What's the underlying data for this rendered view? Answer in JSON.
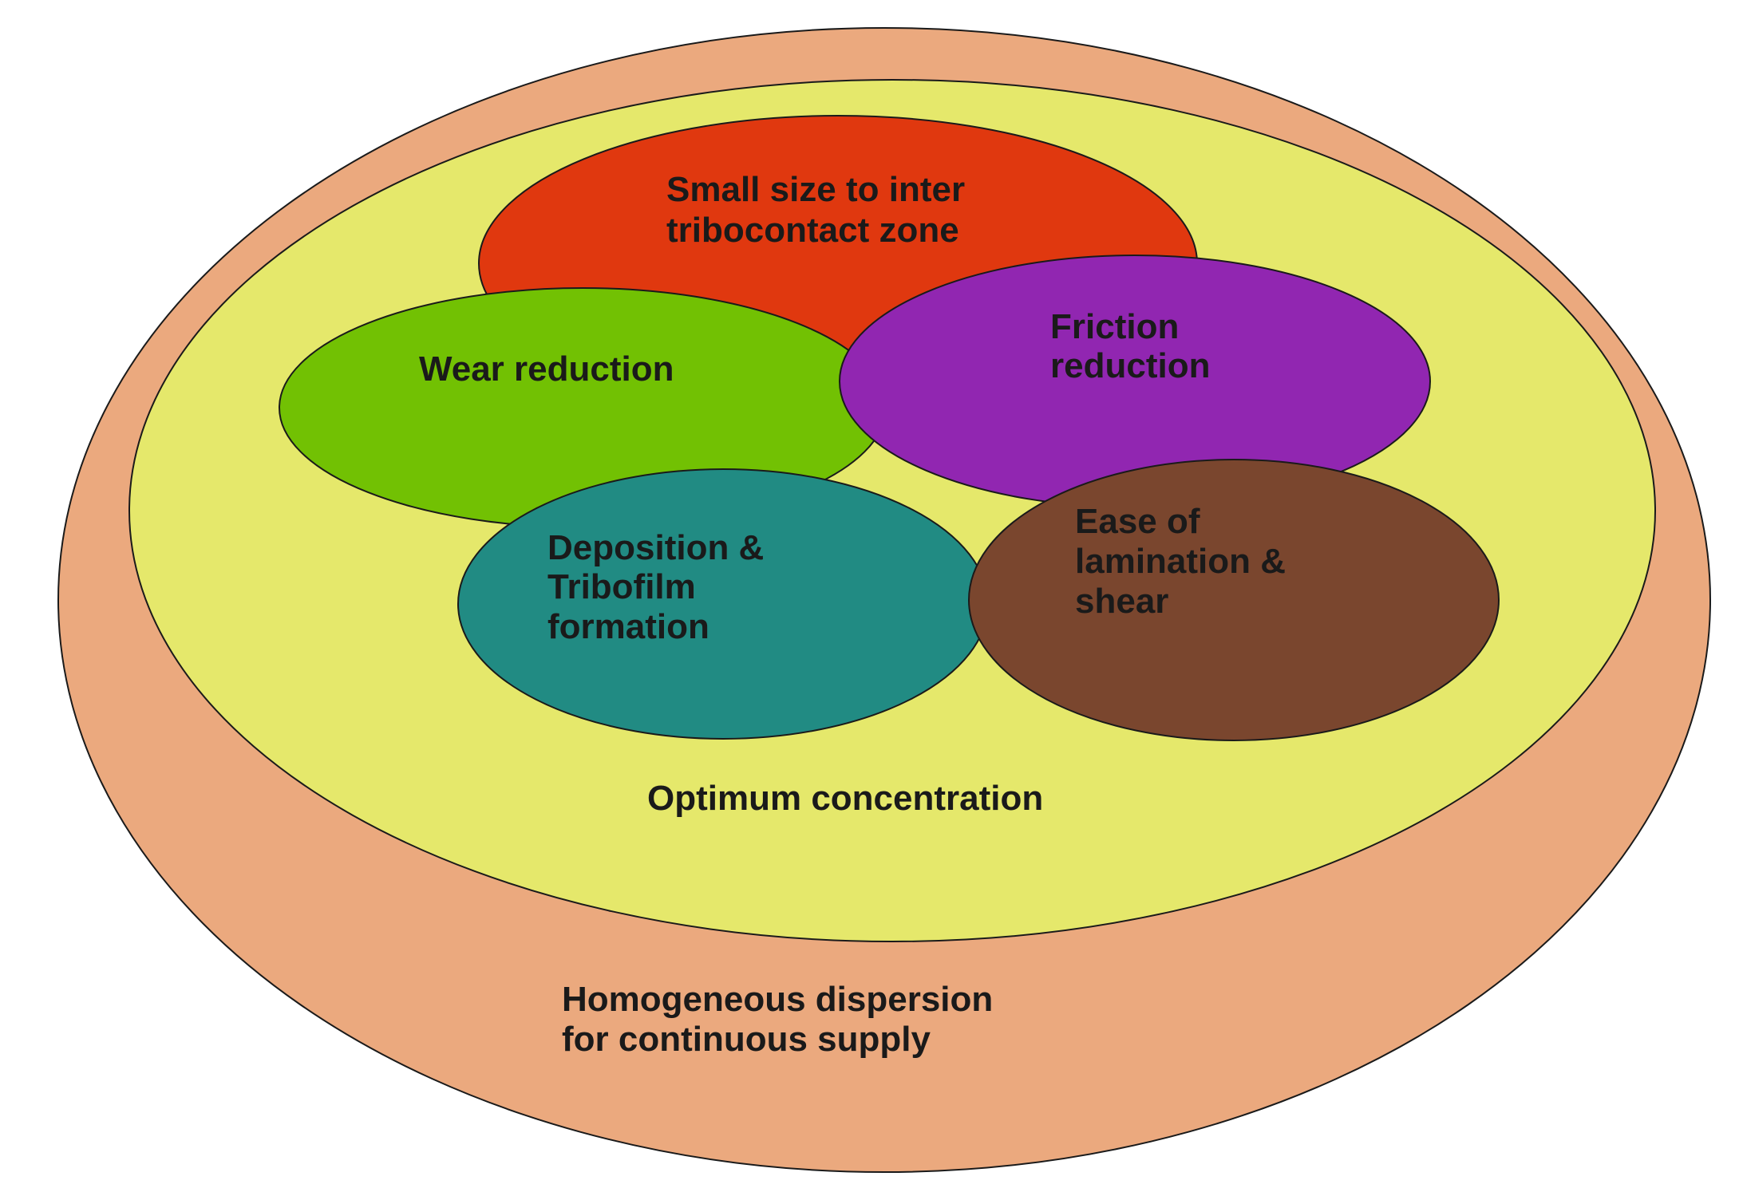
{
  "diagram": {
    "outer_region": {
      "lines": [
        "Homogeneous dispersion",
        "for continuous supply"
      ],
      "fill": "#EBA97E"
    },
    "middle_region": {
      "lines": [
        "Optimum concentration"
      ],
      "fill": "#E5E86B"
    },
    "nodes": [
      {
        "id": "small-size",
        "lines": [
          "Small size to inter",
          "tribocontact zone"
        ],
        "fill": "#E0380F"
      },
      {
        "id": "wear",
        "lines": [
          "Wear reduction"
        ],
        "fill": "#72C103"
      },
      {
        "id": "friction",
        "lines": [
          "Friction",
          "reduction"
        ],
        "fill": "#9126B1"
      },
      {
        "id": "deposition",
        "lines": [
          "Deposition &",
          "Tribofilm",
          "formation"
        ],
        "fill": "#218B83"
      },
      {
        "id": "lamination",
        "lines": [
          "Ease of",
          "lamination &",
          "shear"
        ],
        "fill": "#7A462E"
      }
    ],
    "colors": {
      "outline": "#1a1a1a",
      "text": "#1a1a1a"
    }
  }
}
